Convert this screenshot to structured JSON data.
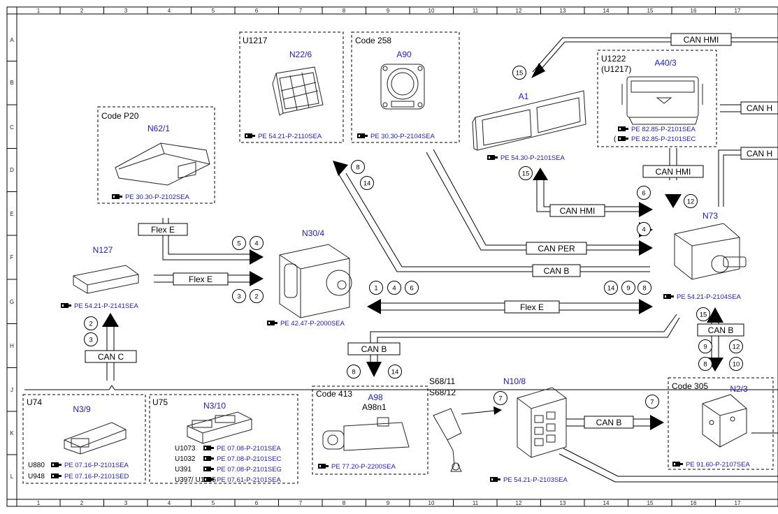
{
  "grid": {
    "columns": [
      "1",
      "2",
      "3",
      "4",
      "5",
      "6",
      "7",
      "8",
      "9",
      "10",
      "11",
      "12",
      "13",
      "14",
      "15",
      "16",
      "17"
    ],
    "rows": [
      "A",
      "B",
      "C",
      "D",
      "E",
      "F",
      "G",
      "H",
      "J",
      "K",
      "L"
    ]
  },
  "modules": [
    {
      "id": "n62-1",
      "code": "Code P20",
      "name": "N62/1",
      "refs": [
        {
          "text": "PE 30.30-P-2102SEA"
        }
      ]
    },
    {
      "id": "u1217-box",
      "code": "U1217",
      "name": "N22/6",
      "refs": [
        {
          "text": "PE 54.21-P-2110SEA"
        }
      ]
    },
    {
      "id": "code258-box",
      "code": "Code 258",
      "name": "A90",
      "refs": [
        {
          "text": "PE 30.30-P-2104SEA"
        }
      ]
    },
    {
      "id": "a1",
      "code": "",
      "name": "A1",
      "refs": [
        {
          "text": "PE 54.30-P-2101SEA"
        }
      ]
    },
    {
      "id": "u1222-box",
      "code": "U1222",
      "code2": "(U1217)",
      "name": "A40/3",
      "refs": [
        {
          "text": "PE 82.85-P-2101SEA"
        },
        {
          "text": "PE 82.85-P-2101SEC",
          "prefix": "("
        }
      ]
    },
    {
      "id": "n127",
      "code": "",
      "name": "N127",
      "refs": [
        {
          "text": "PE 54.21-P-2141SEA"
        }
      ]
    },
    {
      "id": "n30-4",
      "code": "",
      "name": "N30/4",
      "refs": [
        {
          "text": "PE 42.47-P-2000SEA"
        }
      ]
    },
    {
      "id": "n73",
      "code": "",
      "name": "N73",
      "refs": [
        {
          "text": "PE 54.21-P-2104SEA"
        }
      ]
    },
    {
      "id": "u74-box",
      "code": "U74",
      "name": "N3/9",
      "refs": [
        {
          "text": "PE 07.16-P-2101SEA",
          "variant": "U880"
        },
        {
          "text": "PE 07.16-P-2101SED",
          "variant": "U948"
        }
      ]
    },
    {
      "id": "u75-box",
      "code": "U75",
      "name": "N3/10",
      "refs": [
        {
          "text": "PE 07.08-P-2101SEA",
          "variant": "U1073"
        },
        {
          "text": "PE 07.08-P-2101SEC",
          "variant": "U1032"
        },
        {
          "text": "PE 07.08-P-2101SEG",
          "variant": "U391"
        },
        {
          "text": "PE 07.61-P-2101SEA",
          "variant": "U397/ U1035"
        }
      ]
    },
    {
      "id": "code413-box",
      "code": "Code 413",
      "name": "A98",
      "subname": "A98n1",
      "refs": [
        {
          "text": "PE 77.20-P-2200SEA"
        }
      ]
    },
    {
      "id": "s68",
      "code": "",
      "name": "S68/11",
      "name2": "S68/12",
      "refs": []
    },
    {
      "id": "n10-8",
      "code": "",
      "name": "N10/8",
      "refs": [
        {
          "text": "PE 54.21-P-2103SEA"
        }
      ]
    },
    {
      "id": "code305-box",
      "code": "Code 305",
      "name": "N2/3",
      "refs": [
        {
          "text": "PE 91.60-P-2107SEA"
        }
      ]
    }
  ],
  "bus_labels": [
    {
      "id": "can-hmi-top",
      "text": "CAN HMI"
    },
    {
      "id": "can-h-c",
      "text": "CAN H"
    },
    {
      "id": "can-h-d",
      "text": "CAN H"
    },
    {
      "id": "can-hmi-d",
      "text": "CAN HMI"
    },
    {
      "id": "can-hmi-e",
      "text": "CAN HMI"
    },
    {
      "id": "flex-e-top",
      "text": "Flex E"
    },
    {
      "id": "flex-e-mid",
      "text": "Flex E"
    },
    {
      "id": "can-per",
      "text": "CAN PER"
    },
    {
      "id": "can-b-f",
      "text": "CAN B"
    },
    {
      "id": "flex-e-long",
      "text": "Flex E"
    },
    {
      "id": "can-b-h",
      "text": "CAN B"
    },
    {
      "id": "can-b-n73",
      "text": "CAN B"
    },
    {
      "id": "can-c",
      "text": "CAN C"
    },
    {
      "id": "can-b-k",
      "text": "CAN B"
    }
  ],
  "connection_numbers": [
    "15",
    "15",
    "8",
    "14",
    "6",
    "12",
    "4",
    "5",
    "4",
    "3",
    "2",
    "1",
    "4",
    "6",
    "14",
    "9",
    "8",
    "15",
    "9",
    "12",
    "8",
    "10",
    "2",
    "3",
    "8",
    "14",
    "7",
    "7"
  ]
}
